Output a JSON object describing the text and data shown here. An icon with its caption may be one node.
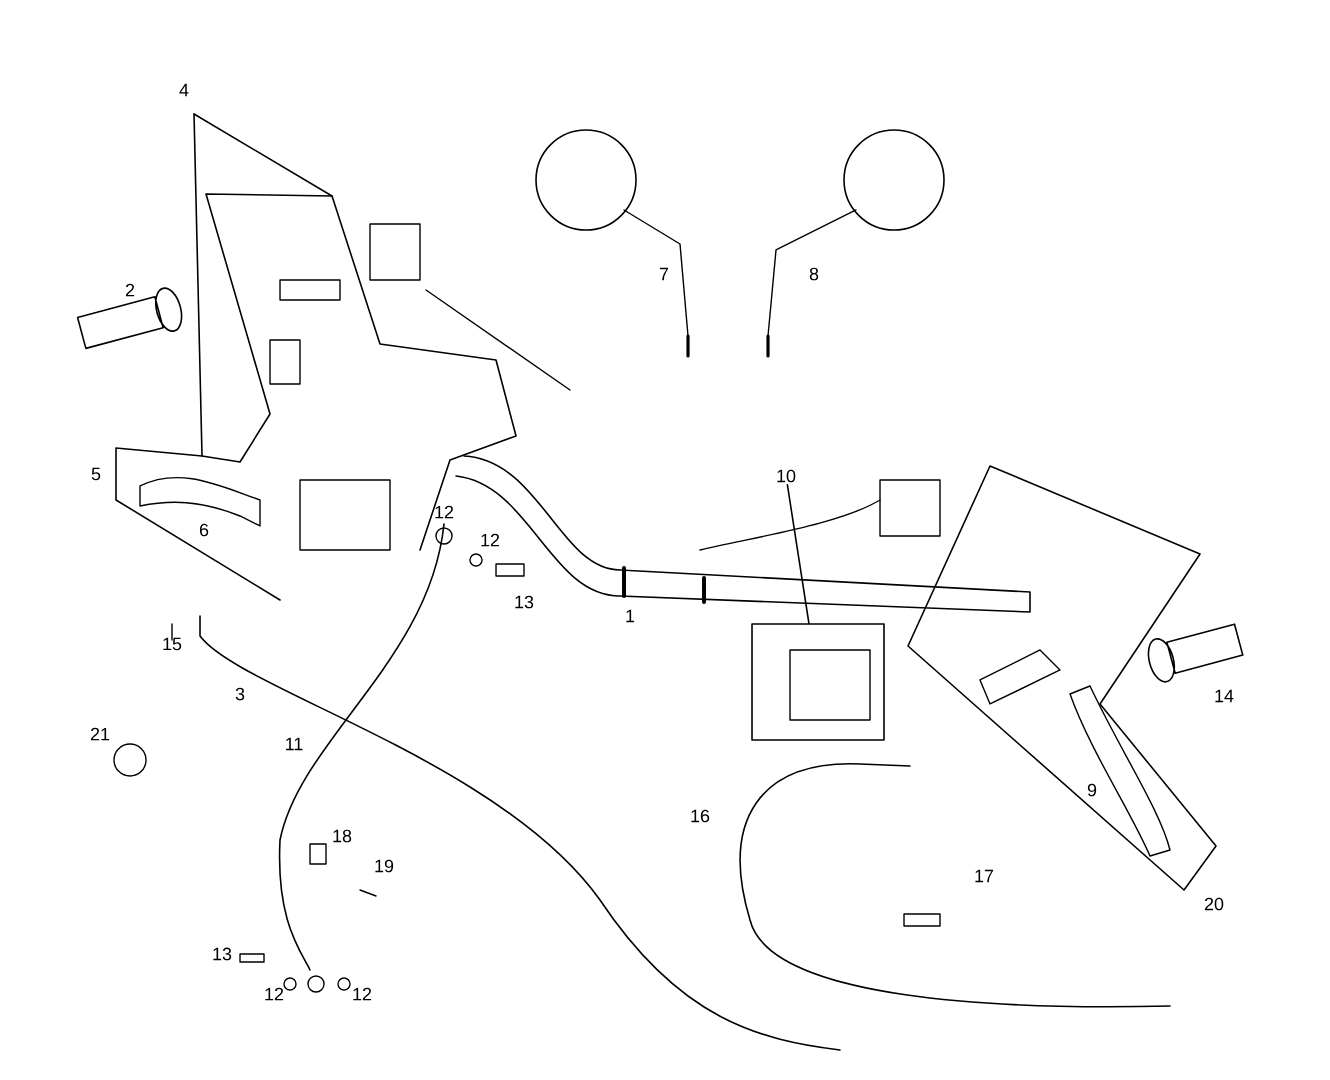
{
  "diagram": {
    "nodes": [
      {
        "text": [
          "10"
        ]
      },
      {
        "text": [],
        "shape": "box"
      }
    ],
    "edges": [
      {
        "from": 0,
        "to": 1,
        "arrow": "none"
      }
    ],
    "labels": [
      "4",
      "2",
      "7",
      "8",
      "5",
      "6",
      "12",
      "12",
      "13",
      "1",
      "15",
      "3",
      "21",
      "11",
      "14",
      "9",
      "16",
      "18",
      "19",
      "17",
      "20",
      "13",
      "12",
      "12"
    ]
  }
}
